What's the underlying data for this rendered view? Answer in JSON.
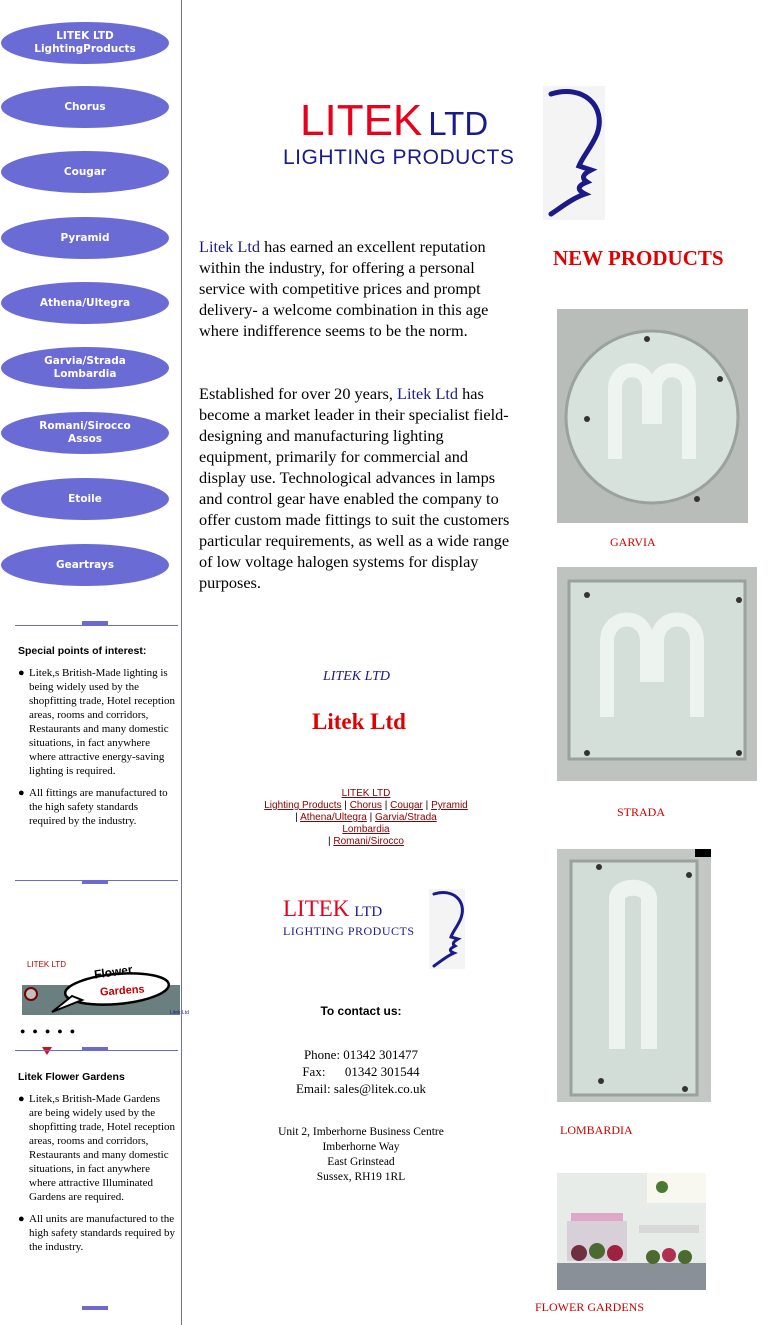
{
  "nav": [
    {
      "label": "LITEK LTD\nLightingProducts"
    },
    {
      "label": "Chorus"
    },
    {
      "label": "Cougar"
    },
    {
      "label": "Pyramid"
    },
    {
      "label": "Athena/Ultegra"
    },
    {
      "label": "Garvia/Strada\nLombardia"
    },
    {
      "label": "Romani/Sirocco\nAssos"
    },
    {
      "label": "Etoile"
    },
    {
      "label": "Geartrays"
    }
  ],
  "sidebar": {
    "points_title": "Special points of interest:",
    "points": [
      "Litek,s British-Made lighting is being widely used by the shopfitting trade, Hotel reception areas, rooms and corridors, Restaurants and many domestic situations, in fact anywhere where attractive energy-saving lighting is required.",
      "All fittings are manufactured to the high safety standards required by the industry."
    ],
    "flower_logo": {
      "litek": "LITEK LTD",
      "line1": "Flower",
      "line2": "Gardens",
      "small": "Litek Ltd"
    },
    "gardens_title": "Litek Flower Gardens",
    "gardens_points": [
      "Litek,s British-Made Gardens are being widely used by the shopfitting trade, Hotel reception areas, rooms and corridors, Restaurants and many domestic situations, in fact anywhere where attractive Illuminated Gardens are required.",
      "All units are manufactured to the high safety standards required by the industry."
    ],
    "bullet": "●"
  },
  "logo": {
    "litek": "LITEK",
    "ltd": "LTD",
    "lp": "LIGHTING PRODUCTS"
  },
  "intro": {
    "p1_name": "Litek Ltd",
    "p1_rest": " has earned an excellent reputation within the industry, for offering a personal service with competitive prices and prompt delivery- a welcome combination in this age where indifference seems to be the norm.",
    "p2_start": "Established for over 20 years, ",
    "p2_name": "Litek Ltd",
    "p2_rest": " has become a market leader in their specialist field- designing and manufacturing lighting equipment, primarily for commercial and display use. Technological advances in lamps and control gear have enabled the company to offer custom made fittings to suit the customers particular requirements, as well as a wide range of low voltage halogen systems for display purposes."
  },
  "brand_italic": "LITEK LTD",
  "brand_red": "Litek Ltd",
  "links": {
    "l1": "LITEK LTD",
    "l2": "Lighting Products",
    "l3": "Chorus",
    "l4": "Cougar",
    "l5": "Pyramid",
    "l6": "Athena/Ultegra",
    "l7": "Garvia/Strada",
    "l8": "Lombardia",
    "l9": "Romani/Sirocco",
    "sep": " | "
  },
  "contact": {
    "title": "To contact us:",
    "phone": "Phone: 01342 301477",
    "fax": "Fax:      01342 301544",
    "email": "Email: sales@litek.co.uk",
    "addr1": "Unit 2, Imberhorne Business Centre",
    "addr2": "Imberhorne Way",
    "addr3": "East Grinstead",
    "addr4": "Sussex, RH19 1RL"
  },
  "new_products": "NEW PRODUCTS",
  "products": [
    "GARVIA",
    "STRADA",
    "LOMBARDIA",
    "FLOWER GARDENS"
  ]
}
